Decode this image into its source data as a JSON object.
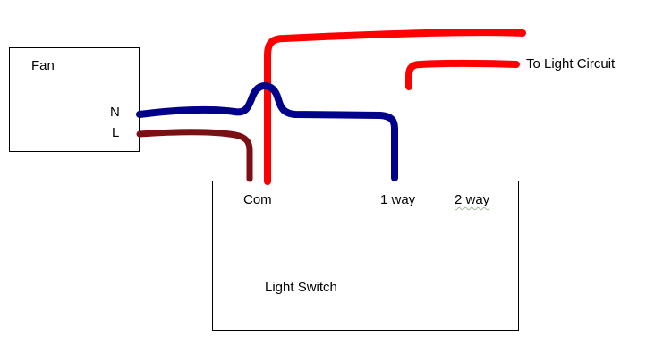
{
  "colors": {
    "background": "#ffffff",
    "box_border": "#000000",
    "text": "#000000",
    "live_red": "#fe0000",
    "neutral_blue": "#00008b",
    "switched_maroon": "#7a1013"
  },
  "fan_box": {
    "title": "Fan",
    "terminal_n": "N",
    "terminal_l": "L"
  },
  "switch_box": {
    "title": "Light Switch",
    "terminal_com": "Com",
    "terminal_1way": "1 way",
    "terminal_2way": "2 way"
  },
  "labels": {
    "to_light_circuit": "To Light Circuit"
  }
}
